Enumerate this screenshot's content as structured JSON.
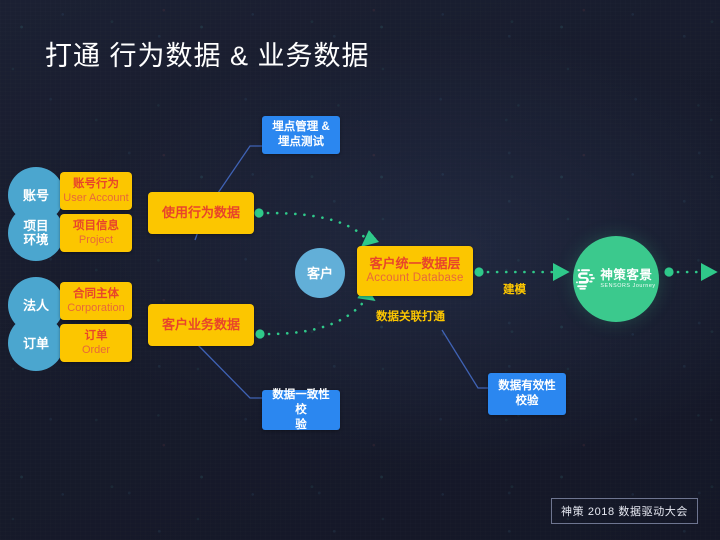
{
  "slide": {
    "title": "打通 行为数据 & 业务数据",
    "background_color": "#151829",
    "footer_badge": "神策 2018 数据驱动大会"
  },
  "colors": {
    "yellow": "#fcc600",
    "yellow_text": "#e8452a",
    "blue_box": "#2b87f0",
    "circle_blue": "#4ba6cf",
    "circle_customer": "#62afd8",
    "green": "#3bc98d",
    "connector_blue": "#3a5fb0",
    "title_white": "#ffffff"
  },
  "source_circles": [
    {
      "id": "account",
      "label": "账号",
      "lines": [
        "账号"
      ]
    },
    {
      "id": "project",
      "label": "项目环境",
      "lines": [
        "项目",
        "环境"
      ]
    },
    {
      "id": "legal",
      "label": "法人",
      "lines": [
        "法人"
      ]
    },
    {
      "id": "order",
      "label": "订单",
      "lines": [
        "订单"
      ]
    }
  ],
  "source_boxes": [
    {
      "id": "user-account",
      "cn": "账号行为",
      "en": "User Account"
    },
    {
      "id": "project-info",
      "cn": "项目信息",
      "en": "Project"
    },
    {
      "id": "corporation",
      "cn": "合同主体",
      "en": "Corporation"
    },
    {
      "id": "order",
      "cn": "订单",
      "en": "Order"
    }
  ],
  "aggregate_boxes": [
    {
      "id": "behavior-data",
      "cn": "使用行为数据"
    },
    {
      "id": "business-data",
      "cn": "客户业务数据"
    }
  ],
  "customer_circle": {
    "label": "客户"
  },
  "central_box": {
    "cn": "客户统一数据层",
    "en": "Account Database"
  },
  "process_boxes": [
    {
      "id": "tracking-management",
      "text": "埋点管理 & 埋点测试",
      "lines": [
        "埋点管理 &",
        "埋点测试"
      ]
    },
    {
      "id": "data-consistency",
      "text": "数据一致性校验",
      "lines": [
        "数据一致性校",
        "验"
      ]
    },
    {
      "id": "data-validity",
      "text": "数据有效性校验",
      "lines": [
        "数据有效性",
        "校验"
      ]
    }
  ],
  "flow_labels": [
    {
      "id": "data-linkage",
      "text": "数据关联打通"
    },
    {
      "id": "modeling",
      "text": "建模"
    }
  ],
  "brand_logo": {
    "mark": "sensors-journey-logo-icon",
    "name_cn": "神策客景",
    "name_en": "SENSORS Journey"
  }
}
